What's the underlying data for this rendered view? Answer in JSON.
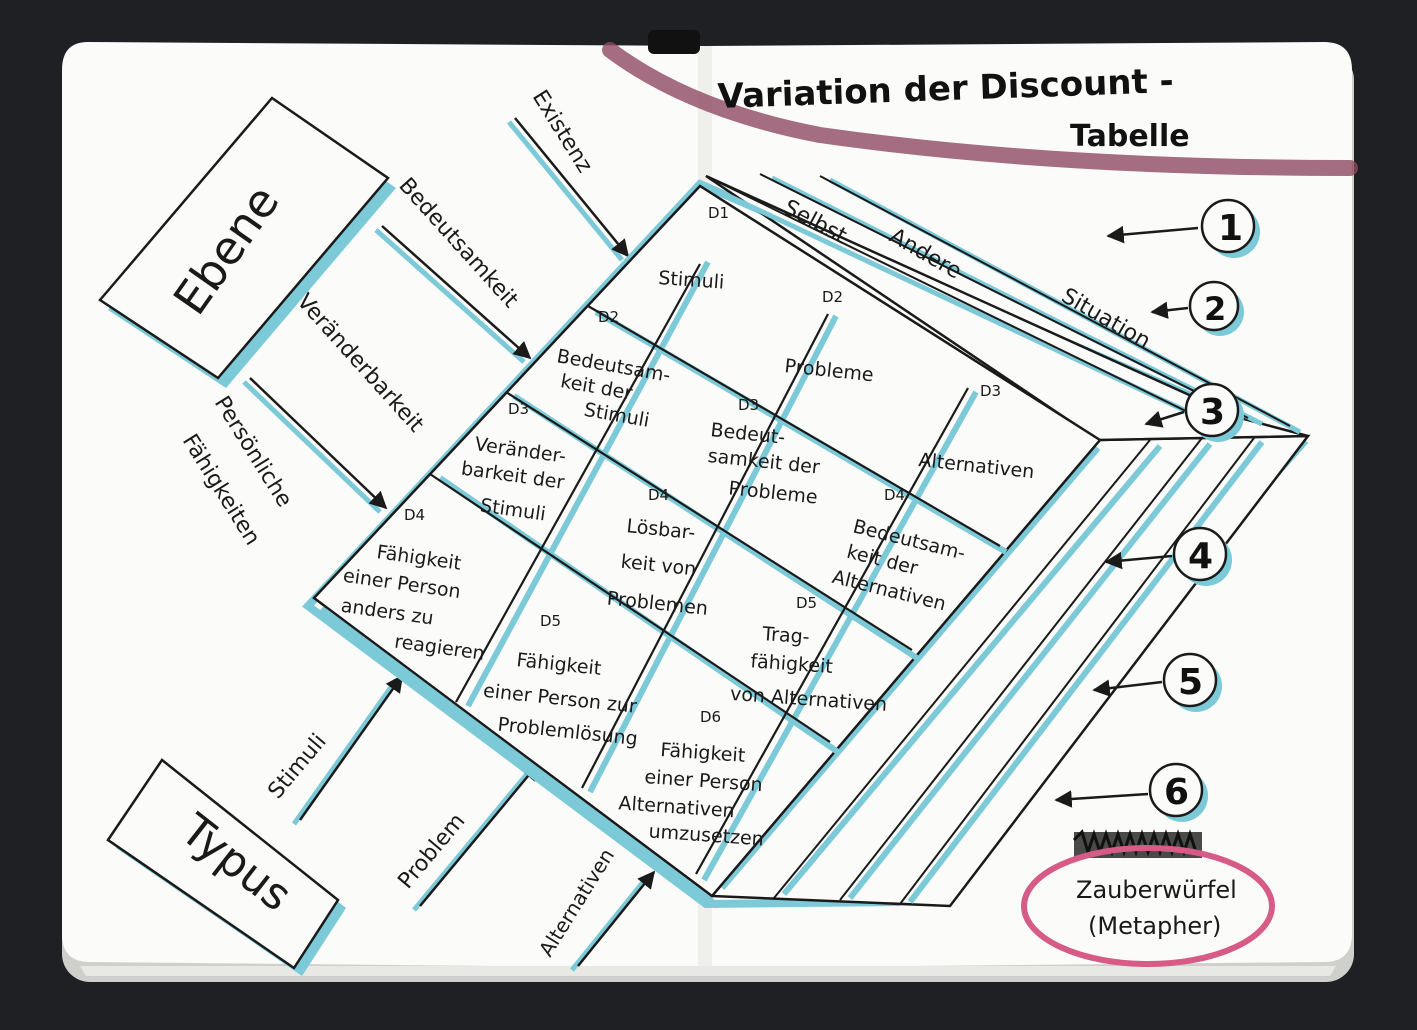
{
  "title": {
    "line1": "Variation der Discount -",
    "line2": "Tabelle"
  },
  "left_page": {
    "box_ebene": "Ebene",
    "box_typus": "Typus",
    "levels": [
      "Existenz",
      "Bedeutsamkeit",
      "Veränderbarkeit",
      "Persönliche",
      "Fähigkeiten"
    ],
    "types": [
      "Stimuli",
      "Problem",
      "Alternativen"
    ]
  },
  "header_row": [
    "Selbst",
    "Andere",
    "Situation"
  ],
  "cells": [
    {
      "tag": "D1",
      "text": [
        "Stimuli"
      ]
    },
    {
      "tag": "D2",
      "text": [
        "Bedeutsam-",
        "keit der",
        "Stimuli"
      ]
    },
    {
      "tag": "D2",
      "text": [
        "Probleme"
      ]
    },
    {
      "tag": "D3",
      "text": [
        "Veränder-",
        "barkeit der",
        "Stimuli"
      ]
    },
    {
      "tag": "D3",
      "text": [
        "Bedeut-",
        "samkeit der",
        "Probleme"
      ]
    },
    {
      "tag": "D3",
      "text": [
        "Alternativen"
      ]
    },
    {
      "tag": "D4",
      "text": [
        "Fähigkeit",
        "einer Person",
        "anders zu",
        "reagieren"
      ]
    },
    {
      "tag": "D4",
      "text": [
        "Lösbar-",
        "keit von",
        "Problemen"
      ]
    },
    {
      "tag": "D4",
      "text": [
        "Bedeutsam-",
        "keit der",
        "Alternativen"
      ]
    },
    {
      "tag": "D5",
      "text": [
        "Fähigkeit",
        "einer Person zur",
        "Problemlösung"
      ]
    },
    {
      "tag": "D5",
      "text": [
        "Trag-",
        "fähigkeit",
        "von Alternativen"
      ]
    },
    {
      "tag": "D6",
      "text": [
        "Fähigkeit",
        "einer Person",
        "Alternativen",
        "umzusetzen"
      ]
    }
  ],
  "numbers": [
    "1",
    "2",
    "3",
    "4",
    "5",
    "6"
  ],
  "note": {
    "line1": "Zauberwürfel",
    "line2": "(Metapher)"
  },
  "colors": {
    "background": "#1f2023",
    "paper": "#fbfbf9",
    "ink": "#1a1a1a",
    "cyan_marker": "#6fc6d6",
    "pink_marker": "#d65b87",
    "maroon_ribbon": "#8e4a63"
  }
}
